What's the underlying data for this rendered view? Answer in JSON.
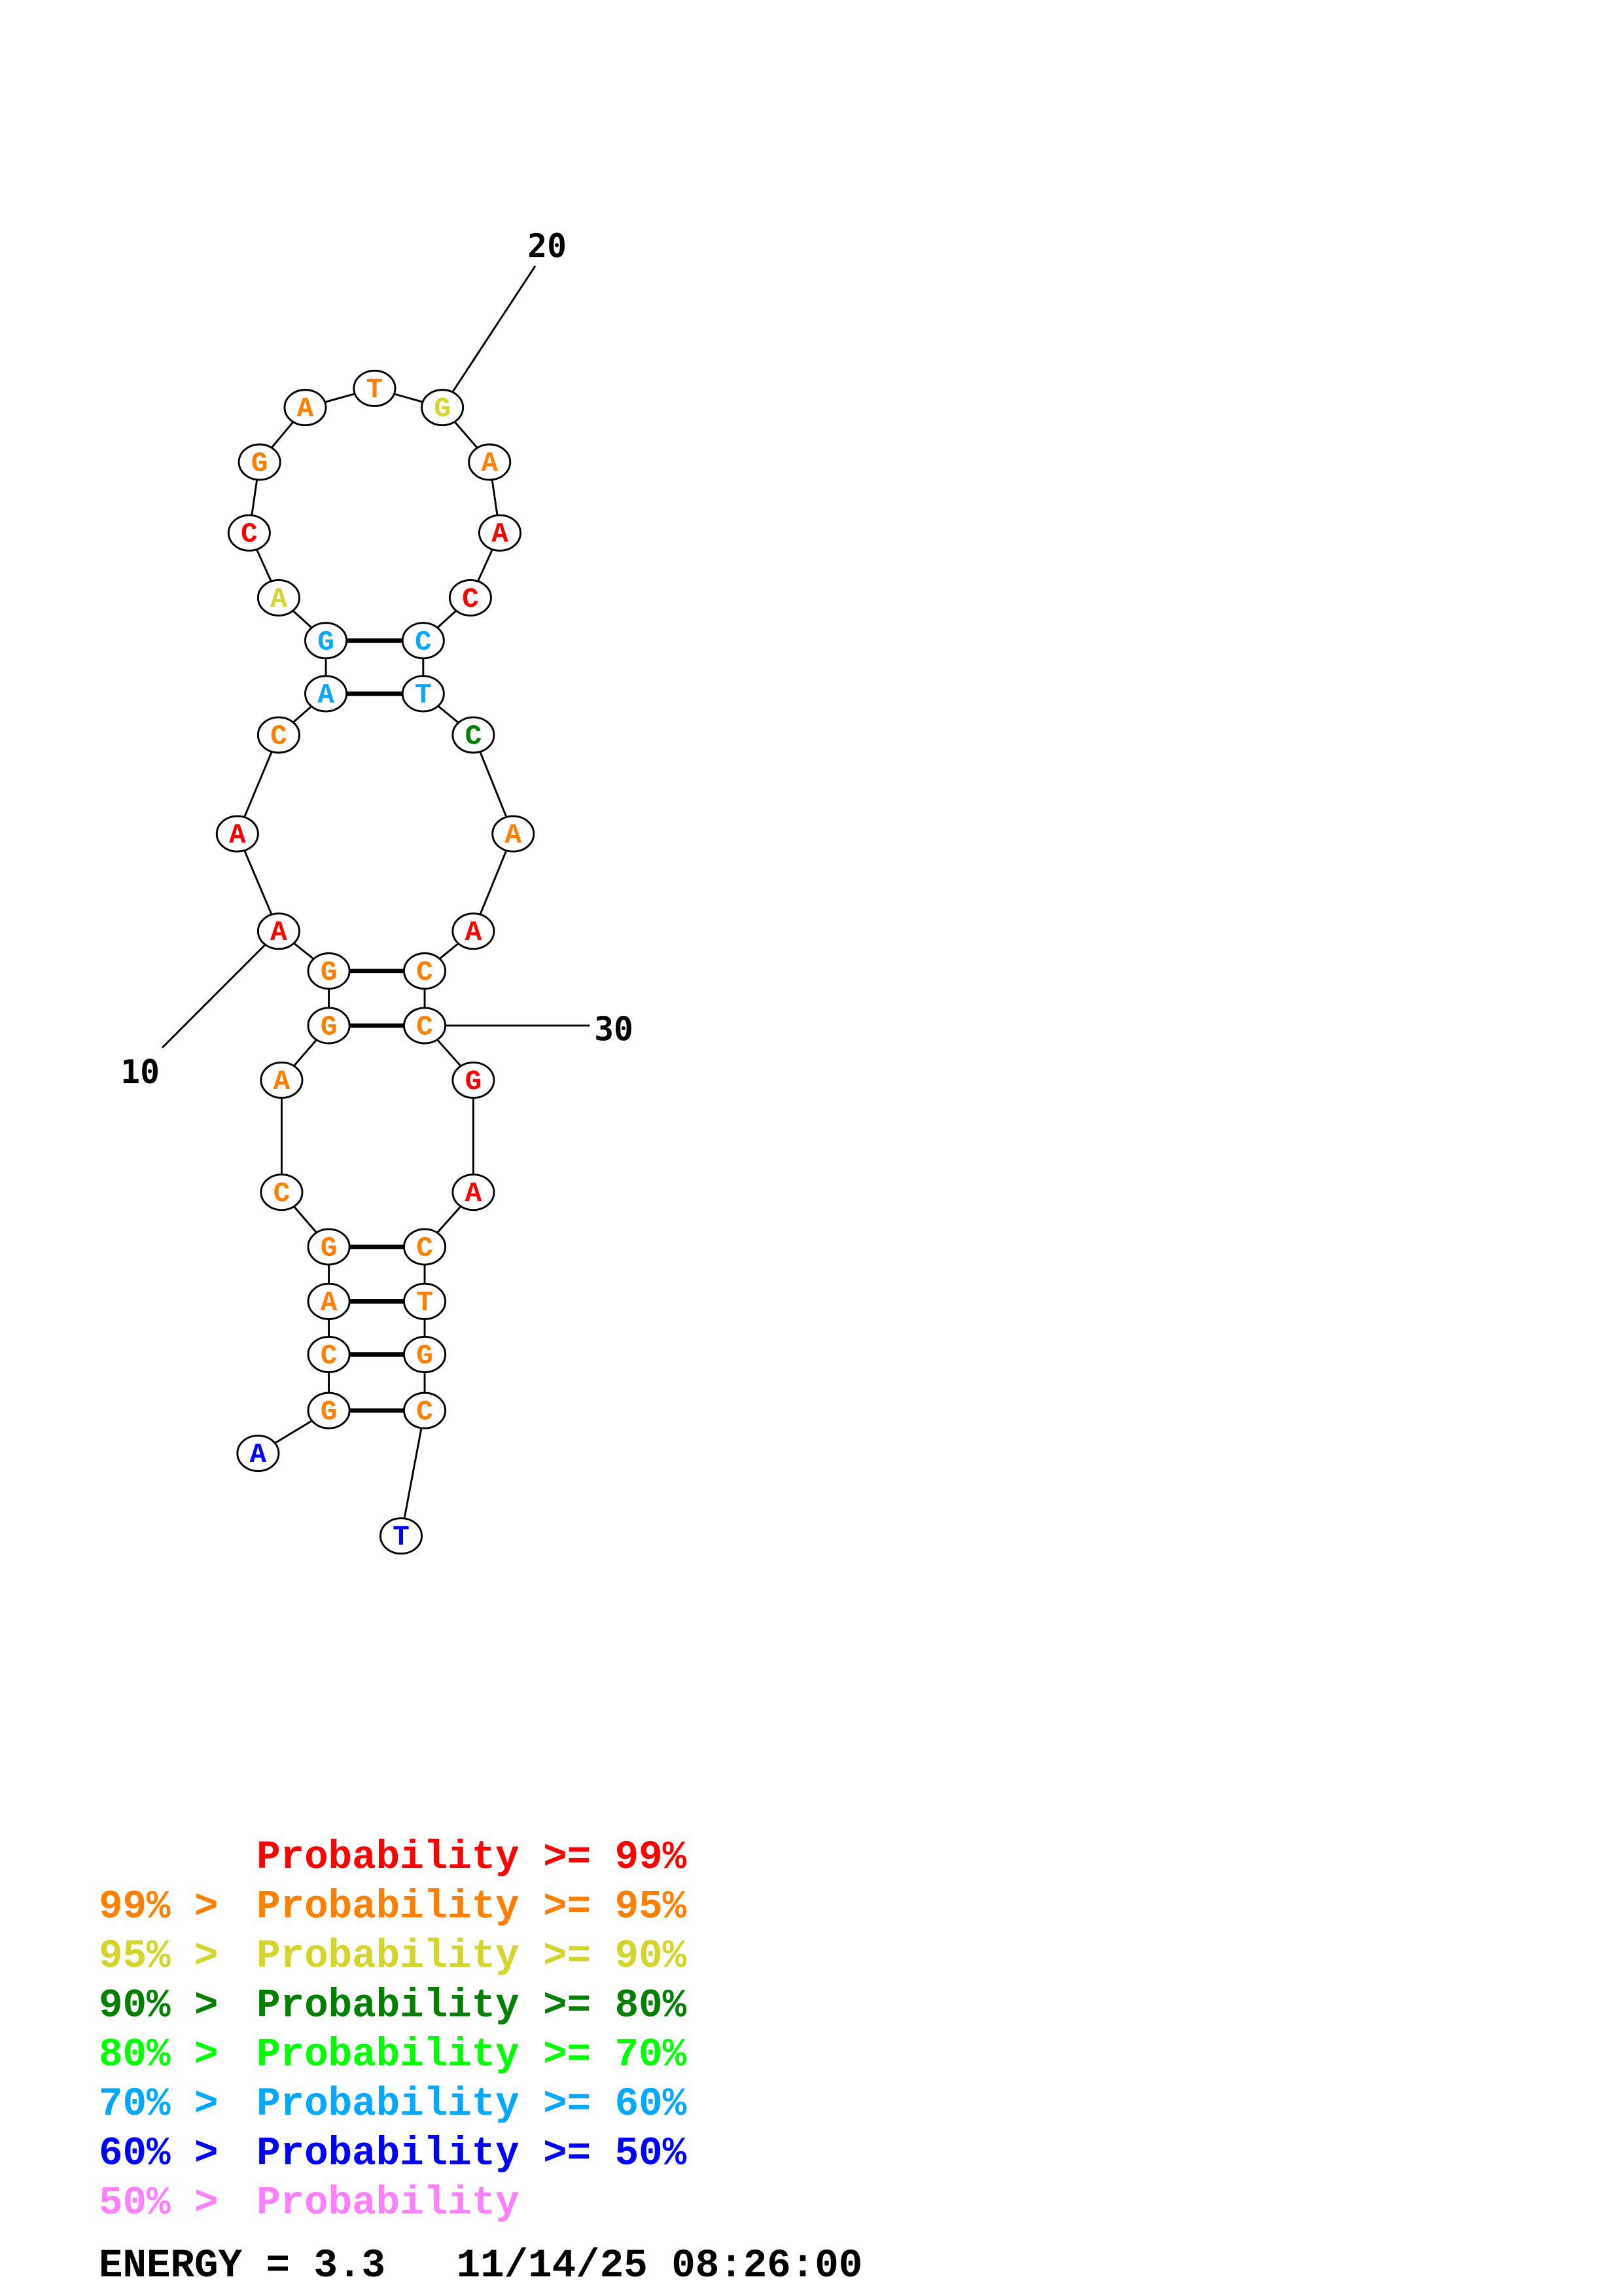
{
  "sequence": [
    "A",
    "G",
    "C",
    "A",
    "G",
    "C",
    "A",
    "G",
    "G",
    "A",
    "A",
    "C",
    "A",
    "G",
    "A",
    "C",
    "G",
    "A",
    "T",
    "G",
    "A",
    "A",
    "C",
    "C",
    "T",
    "C",
    "A",
    "A",
    "C",
    "C",
    "G",
    "A",
    "C",
    "T",
    "G",
    "C",
    "T"
  ],
  "probability_class": [
    6,
    1,
    1,
    1,
    1,
    1,
    1,
    1,
    1,
    0,
    0,
    1,
    5,
    5,
    2,
    0,
    1,
    1,
    1,
    2,
    1,
    0,
    0,
    5,
    5,
    3,
    1,
    0,
    1,
    1,
    0,
    0,
    1,
    1,
    1,
    1,
    6
  ],
  "pairs": [
    [
      2,
      36
    ],
    [
      3,
      35
    ],
    [
      4,
      34
    ],
    [
      5,
      33
    ],
    [
      8,
      30
    ],
    [
      9,
      29
    ],
    [
      13,
      25
    ],
    [
      14,
      24
    ]
  ],
  "position_labels": [
    {
      "index": 10,
      "text": "10"
    },
    {
      "index": 20,
      "text": "20"
    },
    {
      "index": 30,
      "text": "30"
    }
  ],
  "colors": [
    "#ff0000",
    "#ff8000",
    "#d4d42a",
    "#008000",
    "#00ff00",
    "#00a8ff",
    "#0000ff",
    "#ff80ff"
  ],
  "legend": [
    {
      "prefix": "",
      "text": "Probability >= 99%"
    },
    {
      "prefix": "99% > ",
      "text": "Probability >= 95%"
    },
    {
      "prefix": "95% > ",
      "text": "Probability >= 90%"
    },
    {
      "prefix": "90% > ",
      "text": "Probability >= 80%"
    },
    {
      "prefix": "80% > ",
      "text": "Probability >= 70%"
    },
    {
      "prefix": "70% > ",
      "text": "Probability >= 60%"
    },
    {
      "prefix": "60% > ",
      "text": "Probability >= 50%"
    },
    {
      "prefix": "50% > ",
      "text": "Probability"
    }
  ],
  "footer": {
    "energy": "ENERGY = 3.3",
    "timestamp": "11/14/25 08:26:00"
  }
}
